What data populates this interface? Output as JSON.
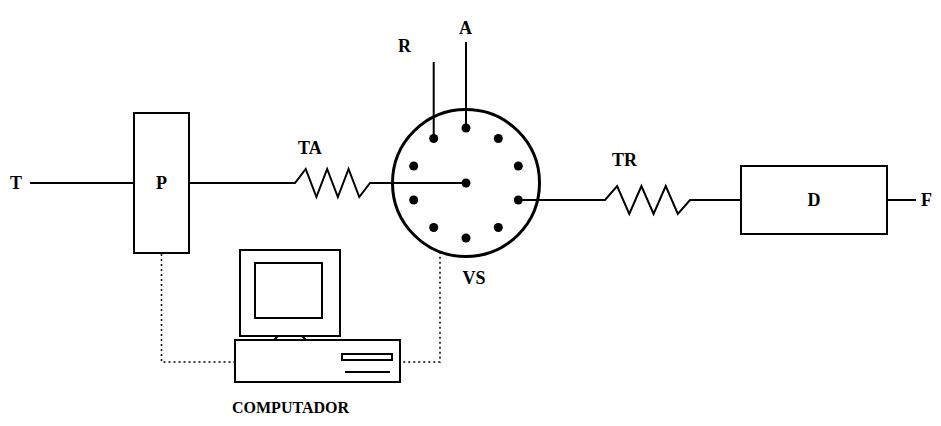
{
  "diagram": {
    "nodes": [
      {
        "text": [
          "P"
        ]
      },
      {
        "text": [
          "VS"
        ]
      },
      {
        "text": [
          "D"
        ]
      },
      {
        "text": [
          "COMPUTADOR"
        ]
      }
    ],
    "edges": [
      {
        "from": 0,
        "to": 1,
        "arrow": "none",
        "label": "TA"
      },
      {
        "from": 1,
        "to": 2,
        "arrow": "none",
        "label": "TR"
      },
      {
        "from": 0,
        "to": 3,
        "arrow": "none"
      },
      {
        "from": 1,
        "to": 3,
        "arrow": "none"
      }
    ],
    "labels": [
      "T",
      "R",
      "A",
      "F"
    ]
  }
}
